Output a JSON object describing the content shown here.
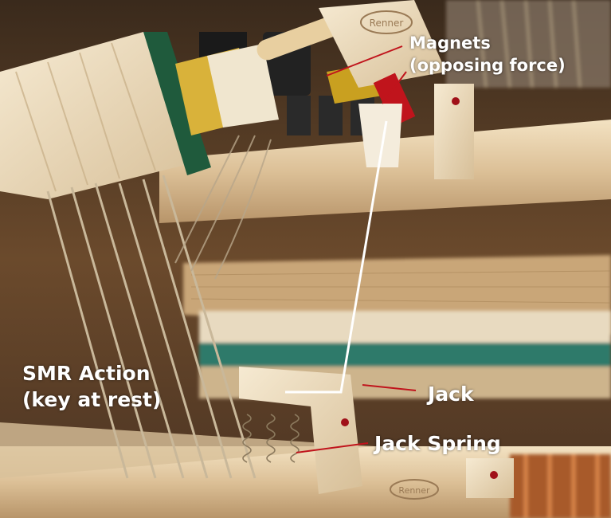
{
  "photo": {
    "subject": "piano-action-photo",
    "brand_stamps": [
      "Renner",
      "Renner"
    ]
  },
  "annotations": {
    "magnets": {
      "line1": "Magnets",
      "line2": "(opposing force)"
    },
    "smr_action": {
      "line1": "SMR Action",
      "line2": "(key at rest)"
    },
    "jack": "Jack",
    "jack_spring": "Jack Spring"
  },
  "colors": {
    "label_text": "#ffffff",
    "leader_line_red": "#c0141c",
    "indicator_line": "#ffffff",
    "felt_green": "#1f5a3c",
    "felt_yellow": "#d9b23a",
    "wood": "#e8d3b0"
  }
}
